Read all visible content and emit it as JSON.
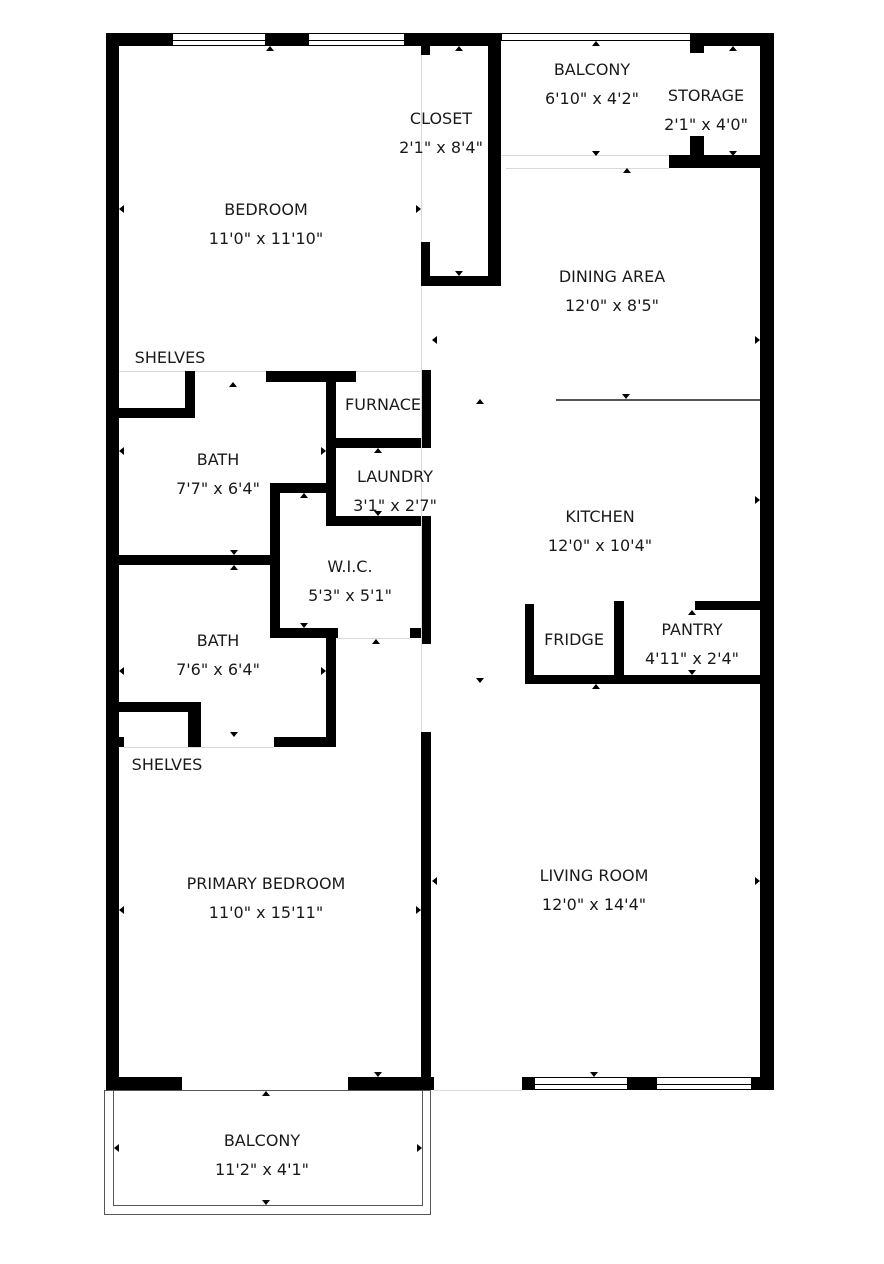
{
  "floorplan": {
    "rooms": [
      {
        "id": "bedroom",
        "name": "BEDROOM",
        "dimensions": "11'0\" x 11'10\""
      },
      {
        "id": "closet",
        "name": "CLOSET",
        "dimensions": "2'1\" x 8'4\""
      },
      {
        "id": "balcony-top",
        "name": "BALCONY",
        "dimensions": "6'10\" x 4'2\""
      },
      {
        "id": "storage",
        "name": "STORAGE",
        "dimensions": "2'1\" x 4'0\""
      },
      {
        "id": "dining-area",
        "name": "DINING AREA",
        "dimensions": "12'0\" x 8'5\""
      },
      {
        "id": "shelves-top",
        "name": "SHELVES",
        "dimensions": ""
      },
      {
        "id": "furnace",
        "name": "FURNACE",
        "dimensions": ""
      },
      {
        "id": "bath-1",
        "name": "BATH",
        "dimensions": "7'7\" x 6'4\""
      },
      {
        "id": "laundry",
        "name": "LAUNDRY",
        "dimensions": "3'1\" x 2'7\""
      },
      {
        "id": "kitchen",
        "name": "KITCHEN",
        "dimensions": "12'0\" x 10'4\""
      },
      {
        "id": "wic",
        "name": "W.I.C.",
        "dimensions": "5'3\" x 5'1\""
      },
      {
        "id": "fridge",
        "name": "FRIDGE",
        "dimensions": ""
      },
      {
        "id": "pantry",
        "name": "PANTRY",
        "dimensions": "4'11\" x 2'4\""
      },
      {
        "id": "bath-2",
        "name": "BATH",
        "dimensions": "7'6\" x 6'4\""
      },
      {
        "id": "shelves-bottom",
        "name": "SHELVES",
        "dimensions": ""
      },
      {
        "id": "primary-bedroom",
        "name": "PRIMARY BEDROOM",
        "dimensions": "11'0\" x 15'11\""
      },
      {
        "id": "living-room",
        "name": "LIVING ROOM",
        "dimensions": "12'0\" x 14'4\""
      },
      {
        "id": "balcony-bottom",
        "name": "BALCONY",
        "dimensions": "11'2\" x 4'1\""
      }
    ],
    "colors": {
      "wall": "#000000",
      "background": "#ffffff",
      "text": "#1a1a1a"
    }
  }
}
